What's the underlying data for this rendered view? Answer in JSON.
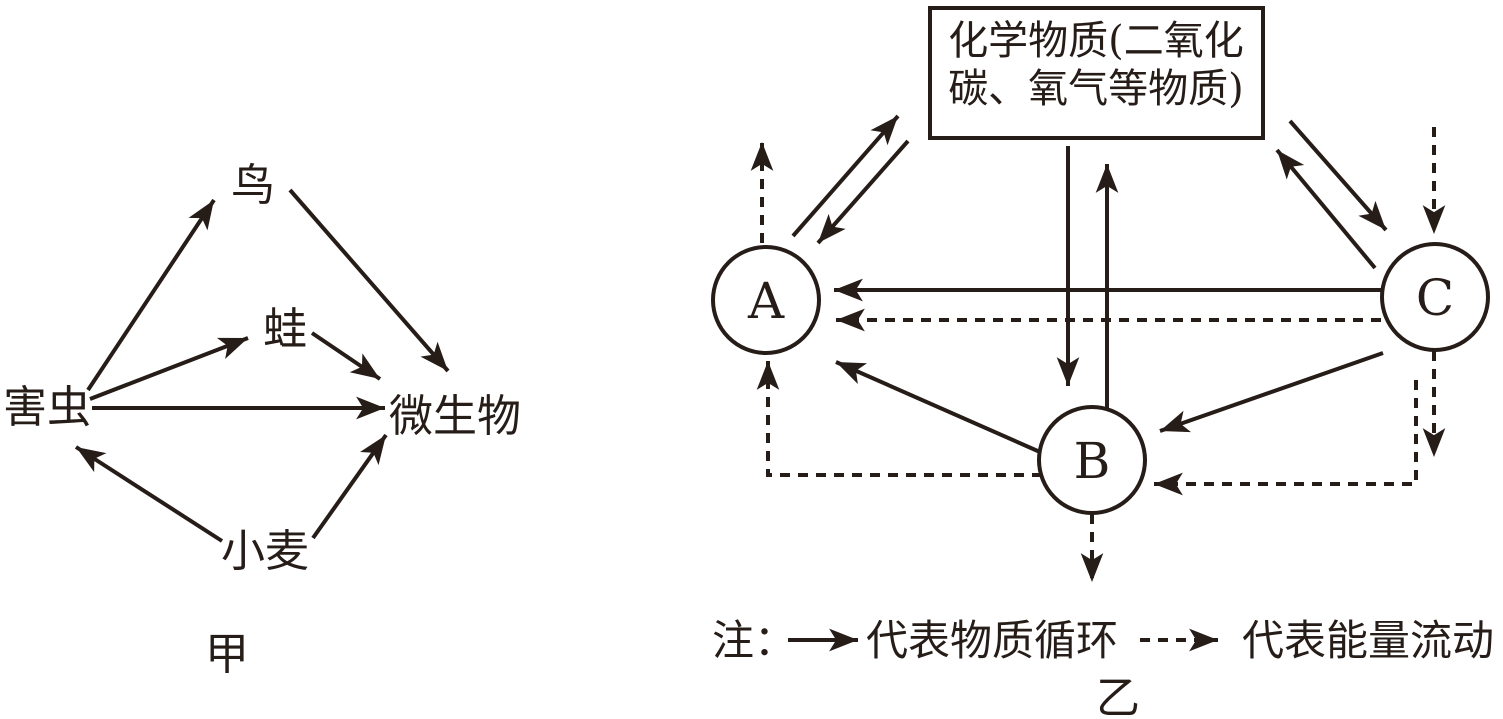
{
  "colors": {
    "ink": "#261c18",
    "background": "#ffffff"
  },
  "diagram_left": {
    "caption": "甲",
    "nodes": {
      "pest": "害虫",
      "bird": "鸟",
      "frog": "蛙",
      "microbe": "微生物",
      "wheat": "小麦"
    },
    "food_web_arrows": [
      "小麦→害虫",
      "小麦→微生物",
      "害虫→鸟",
      "害虫→蛙",
      "害虫→微生物",
      "鸟→微生物",
      "蛙→微生物"
    ]
  },
  "diagram_right": {
    "caption": "乙",
    "chemical_box": {
      "line1": "化学物质(二氧化",
      "line2": "碳、氧气等物质)"
    },
    "nodes": {
      "a": "A",
      "b": "B",
      "c": "C"
    },
    "material_cycle_arrows": [
      "A→box",
      "box→A",
      "C→box",
      "box→C",
      "box→B",
      "B→box",
      "C→A",
      "C→B",
      "B→A"
    ],
    "energy_flow_arrows": [
      "A→out-top",
      "in-top→C",
      "C→A",
      "C→out-bottom",
      "C→B",
      "B→A",
      "B→out-bottom"
    ]
  },
  "legend": {
    "note_prefix": "注：",
    "solid_meaning": "代表物质循环",
    "dashed_meaning": "代表能量流动"
  }
}
